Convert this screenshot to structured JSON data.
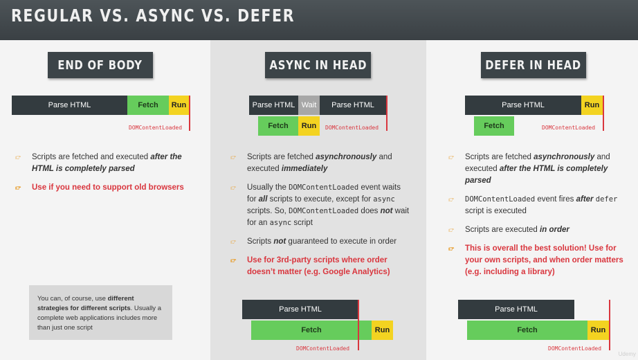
{
  "header": {
    "title": "REGULAR VS. ASYNC VS. DEFER"
  },
  "col1": {
    "title": "END OF BODY",
    "bars": {
      "parse": "Parse HTML",
      "fetch": "Fetch",
      "run": "Run"
    },
    "dcl": "DOMContentLoaded",
    "bullets": [
      {
        "text": "Scripts are fetched and executed ",
        "em": "after the HTML is completely parsed"
      },
      {
        "text": "Use if you need to support old browsers"
      }
    ],
    "note": {
      "pre": "You can, of course, use ",
      "bold": "different strategies for different scripts",
      "post": ". Usually a complete web applications includes more than just one script"
    }
  },
  "col2": {
    "title": "ASYNC IN HEAD",
    "bars": {
      "parse1": "Parse HTML",
      "wait": "Wait",
      "parse2": "Parse HTML",
      "fetch": "Fetch",
      "run": "Run"
    },
    "dcl": "DOMContentLoaded",
    "bullets": [
      {
        "a": "Scripts are fetched ",
        "b": "asynchronously",
        "c": " and executed ",
        "d": "immediately"
      },
      {
        "a": "Usually the ",
        "code1": "DOMContentLoaded",
        "b": " event waits for ",
        "em1": "all",
        "c": " scripts to execute, except for ",
        "code2": "async",
        "d": " scripts. So, ",
        "code3": "DOMContentLoaded",
        "e": " does ",
        "em2": "not",
        "f": " wait for an ",
        "code4": "async",
        "g": " script"
      },
      {
        "a": "Scripts ",
        "em": "not",
        "b": " guaranteed to execute in order"
      },
      {
        "text": "Use for 3rd-party scripts where order doesn’t matter (e.g. Google Analytics)"
      }
    ],
    "bottom": {
      "parse": "Parse HTML",
      "fetch": "Fetch",
      "run": "Run",
      "dcl": "DOMContentLoaded"
    }
  },
  "col3": {
    "title": "DEFER IN HEAD",
    "bars": {
      "parse": "Parse HTML",
      "fetch": "Fetch",
      "run": "Run"
    },
    "dcl": "DOMContentLoaded",
    "bullets": [
      {
        "a": "Scripts are fetched ",
        "b": "asynchronously",
        "c": " and executed ",
        "d": "after the HTML is completely parsed"
      },
      {
        "code1": "DOMContentLoaded",
        "a": " event fires ",
        "em": "after",
        "code2": "defer",
        "b": " script is executed"
      },
      {
        "a": "Scripts are executed ",
        "em": "in order"
      },
      {
        "text": "This is overall the best solution! Use for your own scripts, and when order matters (e.g. including a library)"
      }
    ],
    "bottom": {
      "parse": "Parse HTML",
      "fetch": "Fetch",
      "run": "Run",
      "dcl": "DOMContentLoaded"
    }
  },
  "watermark": "Udemy",
  "colors": {
    "parse": "#333b3f",
    "fetch": "#66cc5c",
    "run": "#f3d321",
    "wait": "#a7a7a7",
    "dcl": "#d9363e",
    "header": "#3a4044"
  },
  "icons": {
    "bullet": "pointing-hand-icon"
  }
}
